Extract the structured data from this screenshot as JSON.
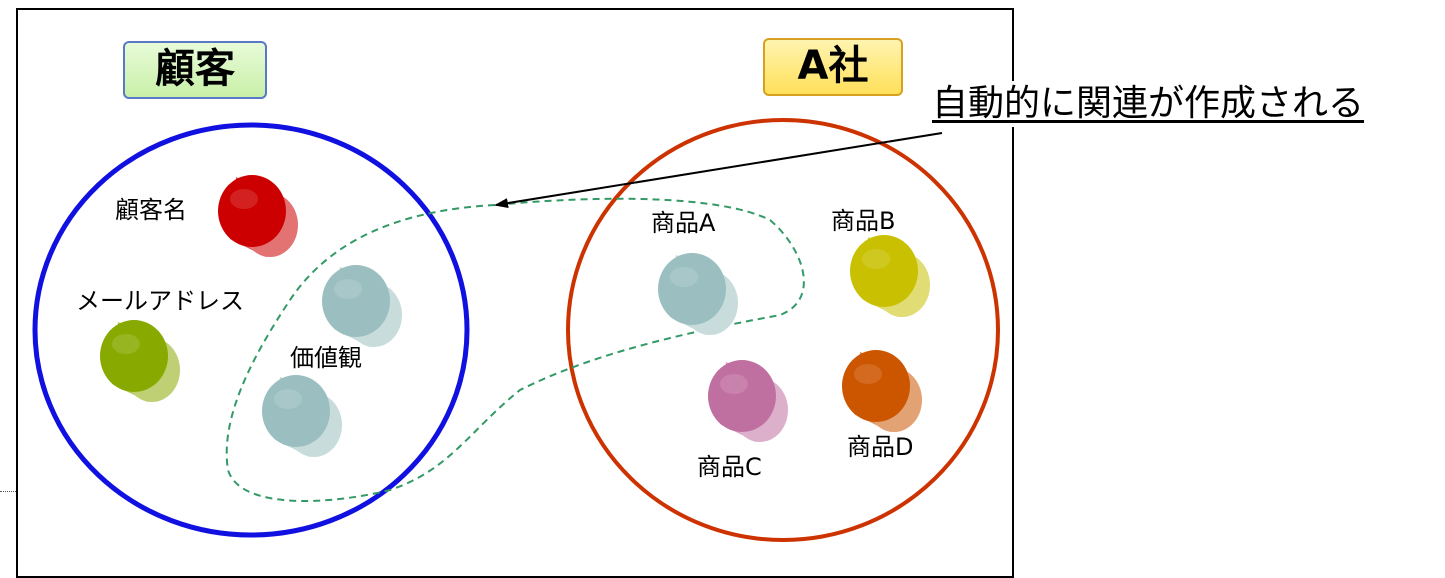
{
  "groups": {
    "customer": {
      "title": "顧客",
      "circle_color": "#1010e0"
    },
    "company": {
      "title": "A社",
      "circle_color": "#cc3300"
    }
  },
  "callout": {
    "text": "自動的に関連が作成される"
  },
  "nodes": {
    "customer_name": {
      "label": "顧客名",
      "color": "#cc0000",
      "icon": "red-cylinder-icon"
    },
    "email": {
      "label": "メールアドレス",
      "color": "#88aa00",
      "icon": "olive-cylinder-icon"
    },
    "values_upper": {
      "color": "#9bbfc0",
      "icon": "teal-cylinder-icon"
    },
    "values": {
      "label": "価値観",
      "color": "#9bbfc0",
      "icon": "teal-cylinder-icon"
    },
    "product_a": {
      "label": "商品A",
      "color": "#9bbfc0",
      "icon": "teal-cylinder-icon"
    },
    "product_b": {
      "label": "商品B",
      "color": "#c8c000",
      "icon": "yellow-cylinder-icon"
    },
    "product_c": {
      "label": "商品C",
      "color": "#c070a0",
      "icon": "pink-cylinder-icon"
    },
    "product_d": {
      "label": "商品D",
      "color": "#cc5500",
      "icon": "orange-cylinder-icon"
    }
  },
  "connection": {
    "style": "dashed",
    "color": "#339966"
  }
}
